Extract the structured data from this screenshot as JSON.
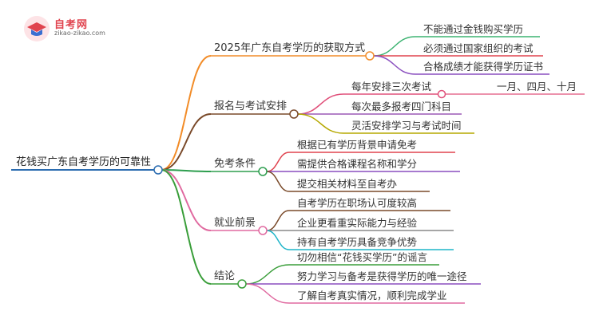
{
  "logo": {
    "title": "自考网",
    "subtitle": "zikao-zikao.com"
  },
  "root": {
    "label": "花钱买广东自考学历的可靠性",
    "color": "#2b6cb0"
  },
  "branches": [
    {
      "label": "2025年广东自考学历的获取方式",
      "color": "#f28c28",
      "children": [
        {
          "label": "不能通过金钱购买学历",
          "color": "#3cb371"
        },
        {
          "label": "必须通过国家组织的考试",
          "color": "#e0434e"
        },
        {
          "label": "合格成绩才能获得学历证书",
          "color": "#8a4fbf"
        }
      ]
    },
    {
      "label": "报名与考试安排",
      "color": "#7a4a2a",
      "children": [
        {
          "label": "每年安排三次考试",
          "color": "#e0507a",
          "children": [
            {
              "label": "一月、四月、十月",
              "color": "#e0507a"
            }
          ]
        },
        {
          "label": "每次最多报考四门科目",
          "color": "#9b59b6"
        },
        {
          "label": "灵活安排学习与考试时间",
          "color": "#b5a800"
        }
      ]
    },
    {
      "label": "免考条件",
      "color": "#2e9e4f",
      "children": [
        {
          "label": "根据已有学历背景申请免考",
          "color": "#e0434e"
        },
        {
          "label": "需提供合格课程名称和学分",
          "color": "#8a4fbf"
        },
        {
          "label": "提交相关材料至自考办",
          "color": "#7a4a2a"
        }
      ]
    },
    {
      "label": "就业前景",
      "color": "#e06aa0",
      "children": [
        {
          "label": "自考学历在职场认可度较高",
          "color": "#7a4a2a"
        },
        {
          "label": "企业更看重实际能力与经验",
          "color": "#888888"
        },
        {
          "label": "持有自考学历具备竞争优势",
          "color": "#1fb5c9"
        }
      ]
    },
    {
      "label": "结论",
      "color": "#3a9e3a",
      "children": [
        {
          "label": "切勿相信“花钱买学历”的谣言",
          "color": "#3a9e3a"
        },
        {
          "label": "努力学习与备考是获得学历的唯一途径",
          "color": "#8a4fbf"
        },
        {
          "label": "了解自考真实情况，顺利完成学业",
          "color": "#e06aa0"
        }
      ]
    }
  ]
}
